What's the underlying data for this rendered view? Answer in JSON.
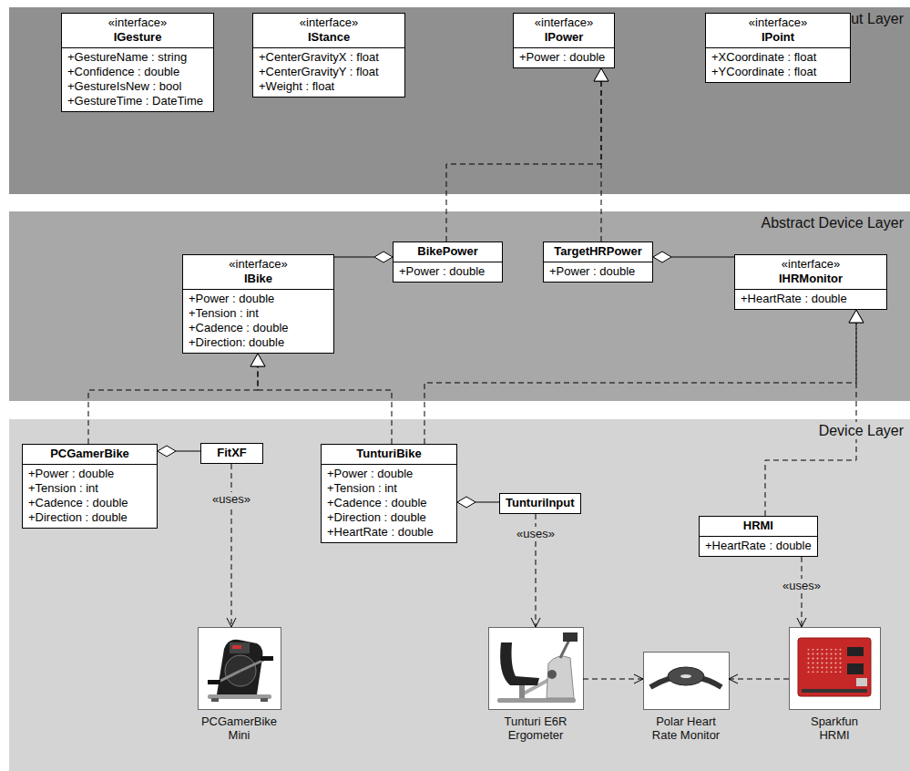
{
  "diagram": {
    "nodes": [
      {
        "text": [
          "Abstract Input Layer"
        ]
      },
      {
        "text": [
          "«interface»",
          "IGesture",
          "+GestureName : string",
          "+Confidence : double",
          "+GestureIsNew : bool",
          "+GestureTime : DateTime"
        ],
        "in": 0
      },
      {
        "text": [
          "«interface»",
          "IStance",
          "+CenterGravityX : float",
          "+CenterGravityY : float",
          "+Weight : float"
        ],
        "in": 0
      },
      {
        "text": [
          "«interface»",
          "IPower",
          "+Power : double"
        ],
        "in": 0
      },
      {
        "text": [
          "«interface»",
          "IPoint",
          "+XCoordinate : float",
          "+YCoordinate : float"
        ],
        "in": 0
      },
      {
        "text": [
          "Abstract Device Layer"
        ]
      },
      {
        "text": [
          "«interface»",
          "IBike",
          "+Power : double",
          "+Tension : int",
          "+Cadence : double",
          "+Direction: double"
        ],
        "in": 5
      },
      {
        "text": [
          "BikePower",
          "+Power : double"
        ],
        "in": 5
      },
      {
        "text": [
          "TargetHRPower",
          "+Power : double"
        ],
        "in": 5
      },
      {
        "text": [
          "«interface»",
          "IHRMonitor",
          "+HeartRate : double"
        ],
        "in": 5
      },
      {
        "text": [
          "Device Layer"
        ]
      },
      {
        "text": [
          "PCGamerBike",
          "+Power : double",
          "+Tension : int",
          "+Cadence : double",
          "+Direction : double"
        ],
        "in": 10
      },
      {
        "text": [
          "FitXF"
        ],
        "in": 10
      },
      {
        "text": [
          "TunturiBike",
          "+Power : double",
          "+Tension : int",
          "+Cadence : double",
          "+Direction : double",
          "+HeartRate : double"
        ],
        "in": 10
      },
      {
        "text": [
          "TunturiInput"
        ],
        "in": 10
      },
      {
        "text": [
          "HRMI",
          "+HeartRate : double"
        ],
        "in": 10
      },
      {
        "text": [
          "PCGamerBike Mini"
        ],
        "in": 10
      },
      {
        "text": [
          "Tunturi E6R Ergometer"
        ],
        "in": 10
      },
      {
        "text": [
          "Polar Heart Rate Monitor"
        ],
        "in": 10
      },
      {
        "text": [
          "Sparkfun HRMI"
        ],
        "in": 10
      }
    ],
    "edges": [
      {
        "from": 7,
        "to": 3,
        "arrow": "to"
      },
      {
        "from": 8,
        "to": 3,
        "arrow": "to"
      },
      {
        "from": 6,
        "to": 7,
        "arrow": "to"
      },
      {
        "from": 9,
        "to": 8,
        "arrow": "to"
      },
      {
        "from": 11,
        "to": 6,
        "arrow": "to"
      },
      {
        "from": 13,
        "to": 6,
        "arrow": "to"
      },
      {
        "from": 13,
        "to": 9,
        "arrow": "to"
      },
      {
        "from": 15,
        "to": 9,
        "arrow": "to"
      },
      {
        "from": 12,
        "to": 11,
        "arrow": "to"
      },
      {
        "from": 14,
        "to": 13,
        "arrow": "to"
      },
      {
        "from": 12,
        "to": 16,
        "arrow": "to",
        "label": "«uses»"
      },
      {
        "from": 14,
        "to": 17,
        "arrow": "to",
        "label": "«uses»"
      },
      {
        "from": 15,
        "to": 19,
        "arrow": "to",
        "label": "«uses»"
      },
      {
        "from": 17,
        "to": 18,
        "arrow": "to"
      },
      {
        "from": 19,
        "to": 18,
        "arrow": "to"
      }
    ]
  }
}
